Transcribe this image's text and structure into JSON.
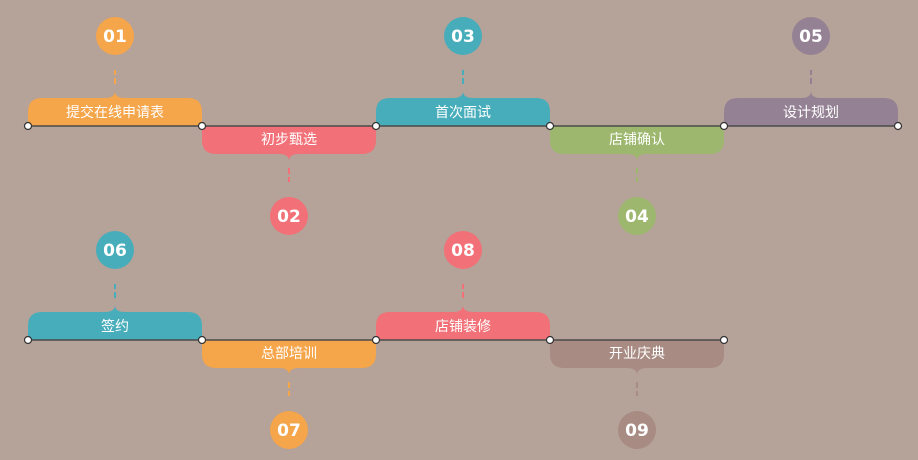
{
  "colors": {
    "background": "#b5a298",
    "timeline": "#4a4a4a",
    "orange": "#f5a54a",
    "red": "#f27077",
    "teal": "#47adbb",
    "green": "#9db86e",
    "purple": "#948294",
    "brown": "#a88b82"
  },
  "rows": [
    {
      "steps": [
        {
          "number": "01",
          "label": "提交在线申请表",
          "color": "orange",
          "side": "above"
        },
        {
          "number": "02",
          "label": "初步甄选",
          "color": "red",
          "side": "below"
        },
        {
          "number": "03",
          "label": "首次面试",
          "color": "teal",
          "side": "above"
        },
        {
          "number": "04",
          "label": "店铺确认",
          "color": "green",
          "side": "below"
        },
        {
          "number": "05",
          "label": "设计规划",
          "color": "purple",
          "side": "above"
        }
      ]
    },
    {
      "steps": [
        {
          "number": "06",
          "label": "签约",
          "color": "teal",
          "side": "above"
        },
        {
          "number": "07",
          "label": "总部培训",
          "color": "orange",
          "side": "below"
        },
        {
          "number": "08",
          "label": "店铺装修",
          "color": "red",
          "side": "above"
        },
        {
          "number": "09",
          "label": "开业庆典",
          "color": "brown",
          "side": "below"
        }
      ]
    }
  ]
}
